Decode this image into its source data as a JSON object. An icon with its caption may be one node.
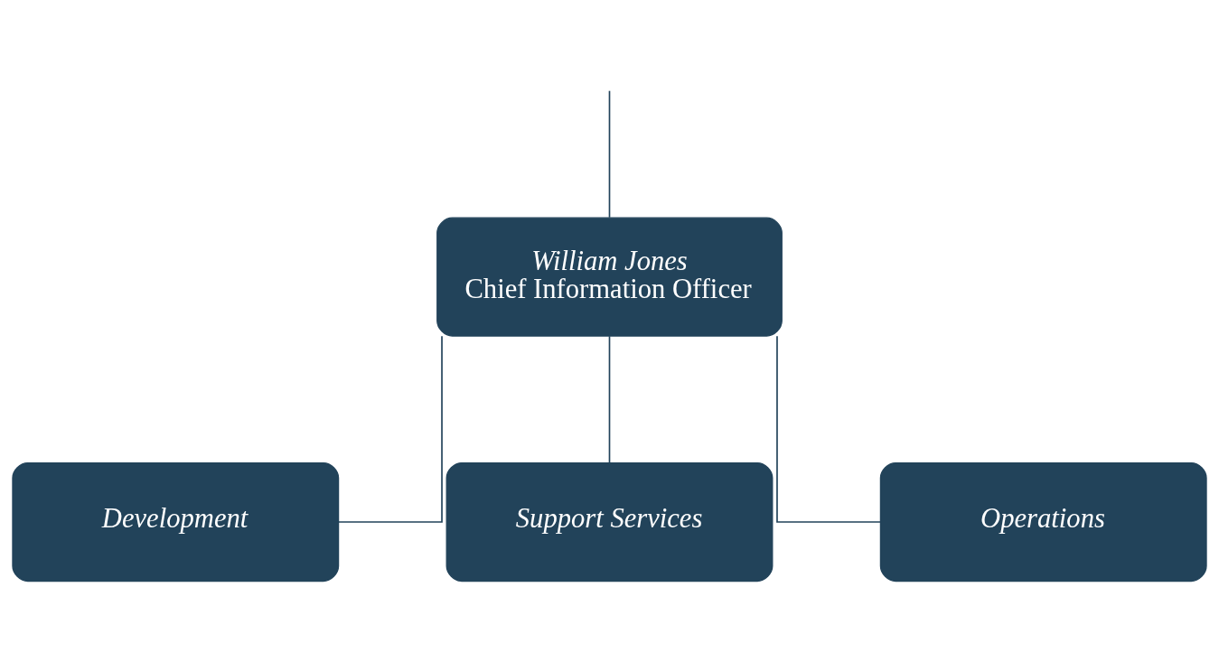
{
  "diagram": {
    "nodes": [
      {
        "text": [
          "William Jones",
          "Chief Information Officer"
        ]
      },
      {
        "text": [
          "Development"
        ]
      },
      {
        "text": [
          "Support Services"
        ]
      },
      {
        "text": [
          "Operations"
        ]
      }
    ],
    "edges": [
      {
        "from": null,
        "to": 0,
        "arrow": "none"
      },
      {
        "from": 0,
        "to": 1,
        "arrow": "none"
      },
      {
        "from": 0,
        "to": 2,
        "arrow": "none"
      },
      {
        "from": 0,
        "to": 3,
        "arrow": "none"
      }
    ]
  }
}
